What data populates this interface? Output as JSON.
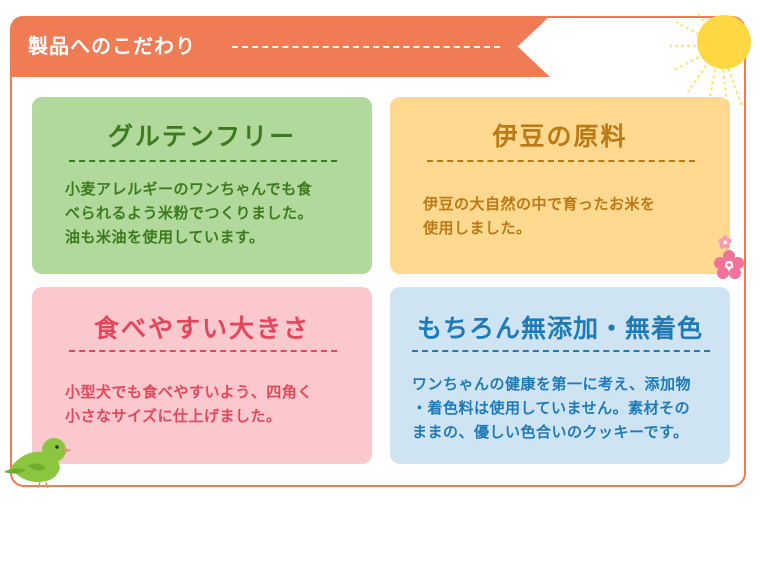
{
  "header": {
    "title": "製品へのこだわり"
  },
  "cards": [
    {
      "title": "グルテンフリー",
      "lines": [
        "小麦アレルギーのワンちゃんでも食",
        "べられるよう米粉でつくりました。",
        "油も米油を使用しています。"
      ]
    },
    {
      "title": "伊豆の原料",
      "lines": [
        "伊豆の大自然の中で育ったお米を",
        "使用しました。"
      ]
    },
    {
      "title": "食べやすい大きさ",
      "lines": [
        "小型犬でも食べやすいよう、四角く",
        "小さなサイズに仕上げました。"
      ]
    },
    {
      "title": "もちろん無添加・無着色",
      "lines": [
        "ワンちゃんの健康を第一に考え、添加物",
        "・着色料は使用していません。素材その",
        "ままの、優しい色合いのクッキーです。"
      ]
    }
  ],
  "decorations": {
    "sun": "sun-icon",
    "flower": "flower-icon",
    "bird": "bird-icon"
  },
  "colors": {
    "accent": "#f07c55",
    "green_card": "#b1d99b",
    "green_text": "#3d7a1f",
    "yellow_card": "#fed98f",
    "yellow_text": "#bc7a16",
    "pink_card": "#fbc9cd",
    "pink_text": "#e2475c",
    "blue_card": "#cfe4f2",
    "blue_text": "#1f7bb8"
  }
}
